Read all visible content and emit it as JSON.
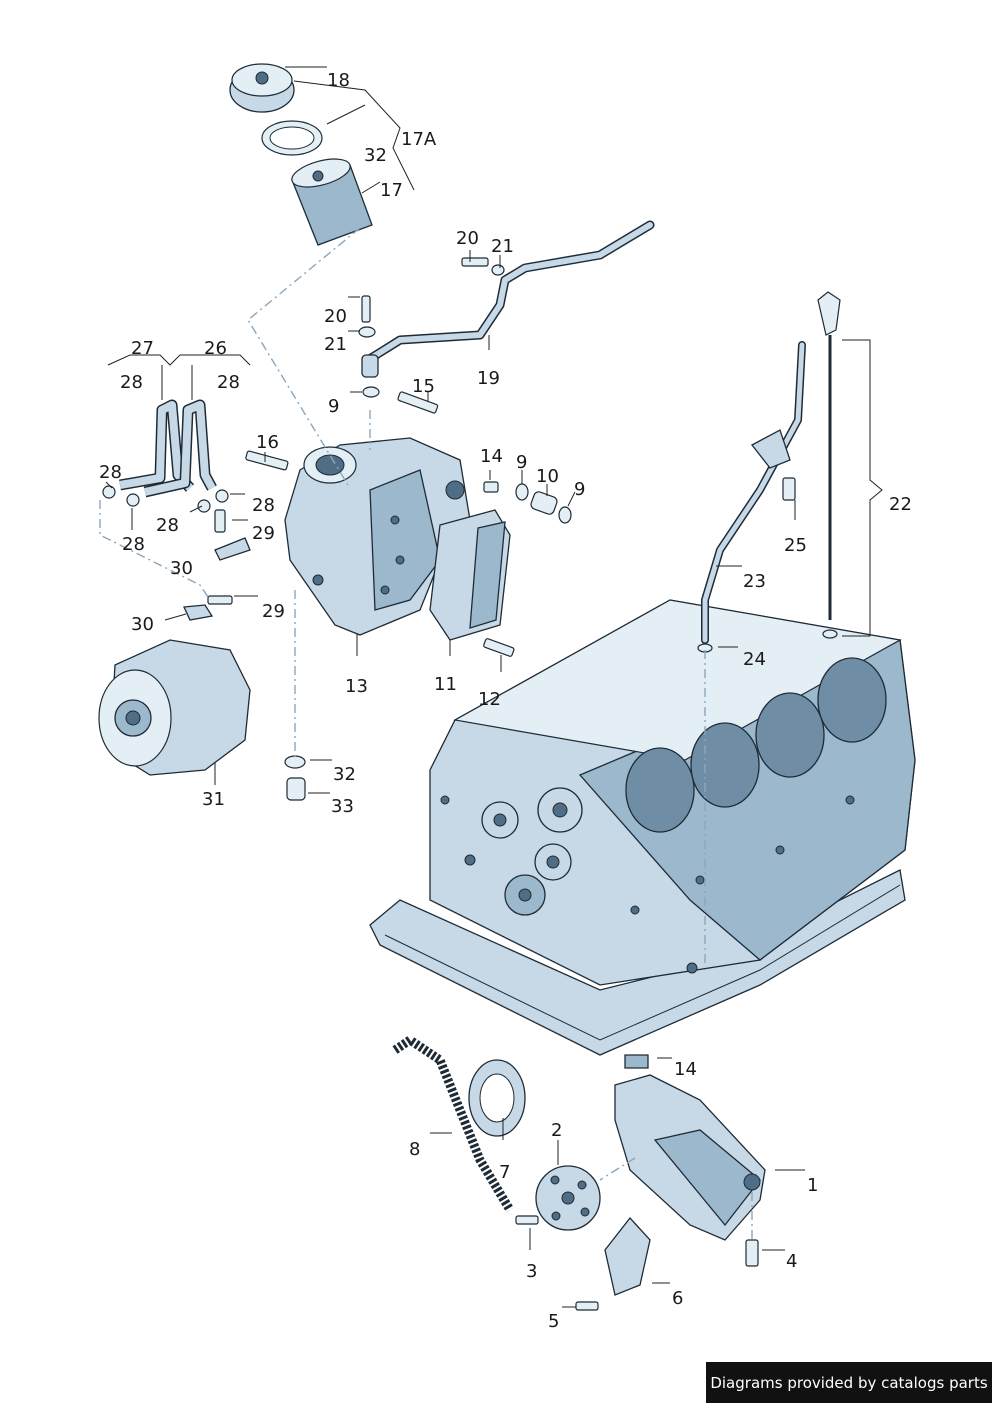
{
  "callouts": {
    "c1": "1",
    "c2": "2",
    "c3": "3",
    "c4": "4",
    "c5": "5",
    "c6": "6",
    "c7": "7",
    "c8": "8",
    "c9": "9",
    "c10": "10",
    "c11": "11",
    "c12": "12",
    "c13": "13",
    "c14": "14",
    "c15": "15",
    "c16": "16",
    "c17": "17",
    "c17A": "17A",
    "c18": "18",
    "c19": "19",
    "c20": "20",
    "c21": "21",
    "c22": "22",
    "c23": "23",
    "c24": "24",
    "c25": "25",
    "c26": "26",
    "c27": "27",
    "c28": "28",
    "c29": "29",
    "c30": "30",
    "c31": "31",
    "c32": "32",
    "c33": "33"
  },
  "credit": "Diagrams provided by catalogs parts",
  "colors": {
    "part_fill": "#c7d9e6",
    "part_shade": "#6f8ea6",
    "outline": "#1e2b36",
    "dash_line": "#8aa7bd",
    "credit_bg": "#111111"
  }
}
